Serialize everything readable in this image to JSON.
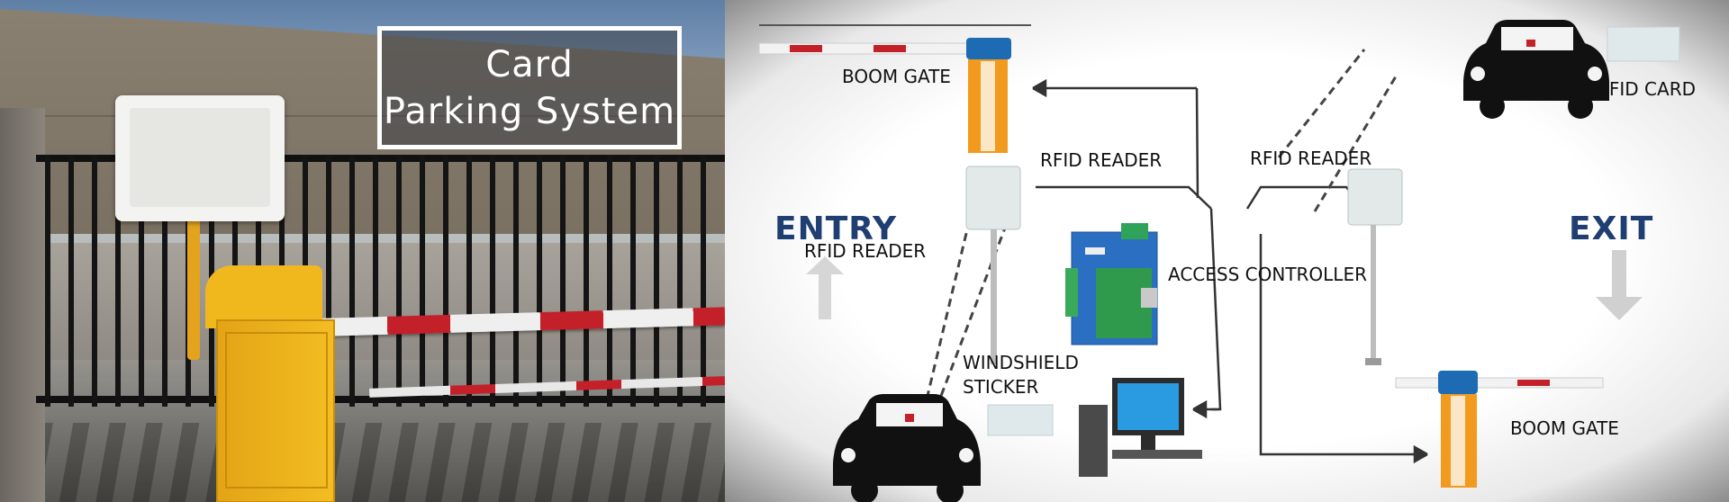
{
  "title": {
    "line1": "Card",
    "line2": "Parking System"
  },
  "diagram": {
    "entry": "ENTRY",
    "exit": "EXIT",
    "labels": {
      "boom_gate_top": "BOOM GATE",
      "rfid_reader_center": "RFID READER",
      "rfid_reader_right": "RFID READER",
      "rfid_card": "RFID CARD",
      "rfid_reader_left": "RFID READER",
      "access_controller": "ACCESS CONTROLLER",
      "windshield_line1": "WINDSHIELD",
      "windshield_line2": "STICKER",
      "boom_gate_bottom": "BOOM GATE"
    }
  },
  "colors": {
    "boom_red": "#c4202a",
    "gate_orange": "#f29a1d",
    "gate_blue": "#1d6bb3",
    "entry_blue": "#1f3f72"
  }
}
